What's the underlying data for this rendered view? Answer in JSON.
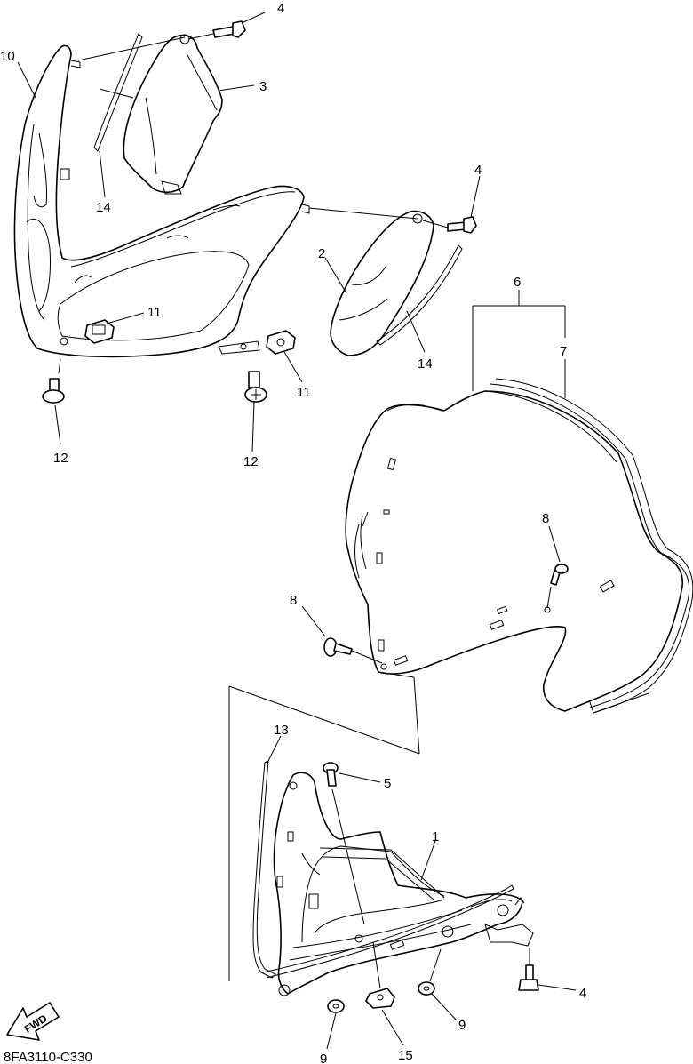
{
  "callouts": {
    "c1": "1",
    "c2": "2",
    "c3": "3",
    "c4a": "4",
    "c4b": "4",
    "c4c": "4",
    "c5": "5",
    "c6": "6",
    "c7": "7",
    "c8a": "8",
    "c8b": "8",
    "c9a": "9",
    "c9b": "9",
    "c10": "10",
    "c11a": "11",
    "c11b": "11",
    "c12a": "12",
    "c12b": "12",
    "c13": "13",
    "c14a": "14",
    "c14b": "14",
    "c15": "15"
  },
  "fwd_label": "FWD",
  "diagram_code": "8FA3110-C330",
  "icons": {
    "fwd": "fwd-arrow-icon"
  }
}
